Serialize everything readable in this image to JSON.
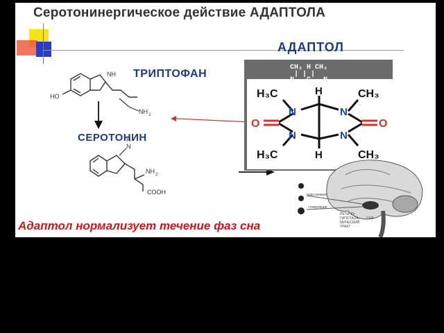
{
  "title": "Серотонинергическое действие АДАПТОЛА",
  "labels": {
    "adaptol": "АДАПТОЛ",
    "tryptophan": "ТРИПТОФАН",
    "serotonin": "СЕРОТОНИН"
  },
  "footer": "Адаптол нормализует течение фаз сна",
  "tryptophan_atoms": {
    "nh": "NH",
    "ho": "HO",
    "nh2": "NH",
    "nh2_sub": "2"
  },
  "serotonin_atoms": {
    "nh": "H",
    "n": "N",
    "nh2": "NH",
    "nh2_sub": "2",
    "cooh": "COOH"
  },
  "grey_formula": {
    "top": "CH₃  H  CH₃",
    "bonds": "|     |    |",
    "mid": "N — C — N"
  },
  "molecule_atoms": {
    "h3c_top": "H₃C",
    "ch3_top": "CH₃",
    "h3c_bottom": "H₃C",
    "ch3_bottom": "CH₃",
    "n_tl": "N",
    "n_tr": "N",
    "n_bl": "N",
    "n_br": "N",
    "h_top": "H",
    "h_bottom": "H",
    "o_left": "O",
    "o_right": "O"
  },
  "brain_captions": {
    "c1": "подсознание",
    "c2": "стимуляция",
    "c3": "РЕТИНО-",
    "c4": "ГИПОТАЛА-",
    "c5": "МИЧЕСКИЙ",
    "c6": "ТРАКТ",
    "c7": "СХЯ"
  },
  "colors": {
    "accent_blue": "#1f3a7a",
    "accent_red": "#d0141b",
    "molecule_black": "#111111",
    "molecule_blue": "#1a3fbf",
    "molecule_red": "#d8332b"
  }
}
